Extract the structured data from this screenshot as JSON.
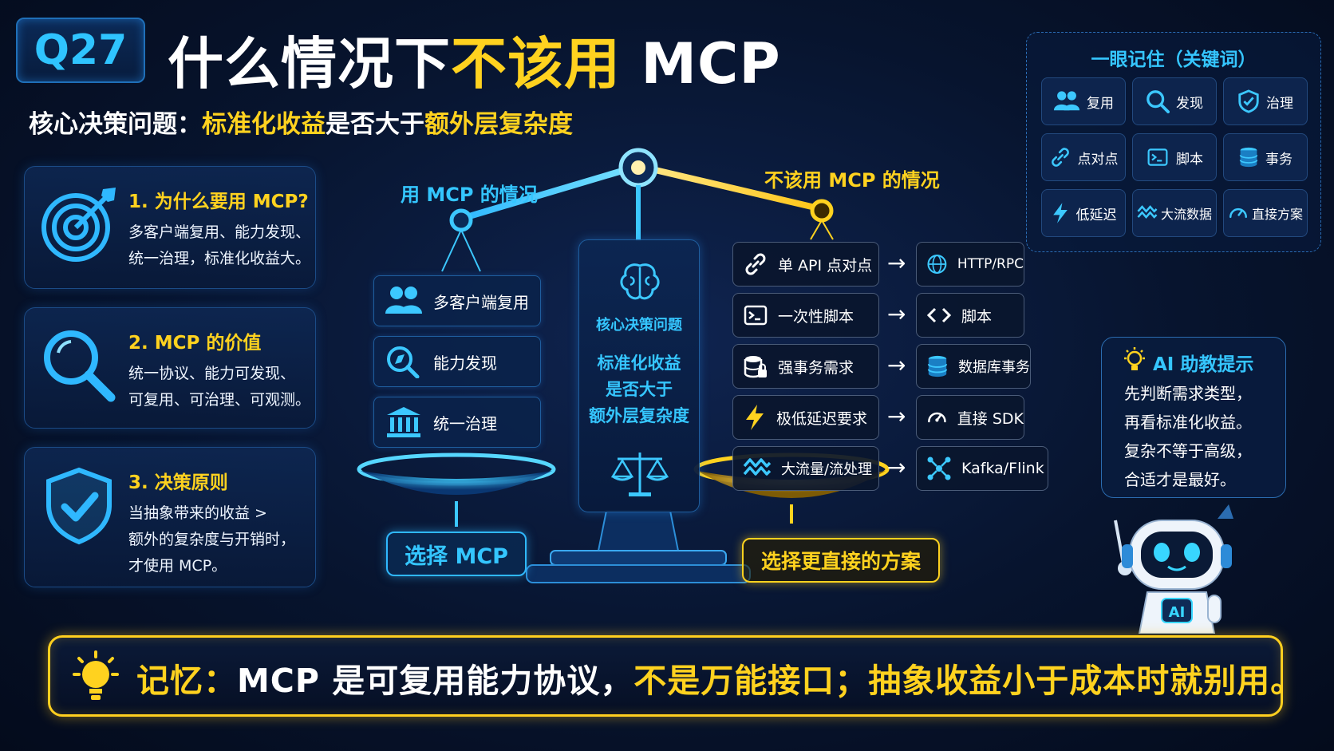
{
  "header": {
    "badge": "Q27",
    "title_a": "什么情况下",
    "title_b": "不该用",
    "title_c": " MCP",
    "subtitle_prefix": "核心决策问题：",
    "subtitle_hl1": "标准化收益",
    "subtitle_mid": "是否大于",
    "subtitle_hl2": "额外层复杂度"
  },
  "left_panels": [
    {
      "title": "1. 为什么要用 MCP?",
      "lines": [
        "多客户端复用、能力发现、",
        "统一治理，标准化收益大。"
      ],
      "icon": "target-icon"
    },
    {
      "title": "2. MCP 的价值",
      "lines": [
        "统一协议、能力可发现、",
        "可复用、可治理、可观测。"
      ],
      "icon": "magnifier-icon"
    },
    {
      "title": "3. 决策原则",
      "lines": [
        "当抽象带来的收益 >",
        "额外的复杂度与开销时，",
        "才使用 MCP。"
      ],
      "icon": "shield-check-icon"
    }
  ],
  "scale": {
    "left_label": "用 MCP 的情况",
    "right_label": "不该用 MCP 的情况",
    "left_items": [
      {
        "label": "多客户端复用",
        "icon": "users-icon"
      },
      {
        "label": "能力发现",
        "icon": "discover-icon"
      },
      {
        "label": "统一治理",
        "icon": "bank-icon"
      }
    ],
    "center_title": "核心决策问题",
    "center_lines": [
      "标准化收益",
      "是否大于",
      "额外层复杂度"
    ],
    "left_button": "选择 MCP",
    "right_button": "选择更直接的方案",
    "right_rows": [
      {
        "case": "单 API 点对点",
        "case_icon": "link-icon",
        "alt": "HTTP/RPC",
        "alt_icon": "globe-icon"
      },
      {
        "case": "一次性脚本",
        "case_icon": "terminal-icon",
        "alt": "脚本",
        "alt_icon": "code-icon"
      },
      {
        "case": "强事务需求",
        "case_icon": "database-lock-icon",
        "alt": "数据库事务",
        "alt_icon": "database-icon"
      },
      {
        "case": "极低延迟要求",
        "case_icon": "bolt-icon",
        "alt": "直接 SDK",
        "alt_icon": "gauge-icon"
      },
      {
        "case": "大流量/流处理",
        "case_icon": "waves-icon",
        "alt": "Kafka/Flink",
        "alt_icon": "nodes-icon"
      }
    ],
    "arrow": "→"
  },
  "keywords": {
    "title": "一眼记住（关键词）",
    "items": [
      {
        "label": "复用",
        "icon": "users-icon"
      },
      {
        "label": "发现",
        "icon": "search-icon"
      },
      {
        "label": "治理",
        "icon": "shield-icon"
      },
      {
        "label": "点对点",
        "icon": "link-icon"
      },
      {
        "label": "脚本",
        "icon": "terminal-icon"
      },
      {
        "label": "事务",
        "icon": "database-icon"
      },
      {
        "label": "低延迟",
        "icon": "bolt-icon"
      },
      {
        "label": "大流数据",
        "icon": "waves-icon"
      },
      {
        "label": "直接方案",
        "icon": "gauge-icon"
      }
    ]
  },
  "ai_tip": {
    "title": "AI 助教提示",
    "lines": [
      "先判断需求类型，",
      "再看标准化收益。",
      "复杂不等于高级，",
      "合适才是最好。"
    ],
    "robot_badge": "AI"
  },
  "memory": {
    "prefix": "记忆：",
    "part1": "MCP 是可复用能力协议，",
    "part2": "不是万能接口；抽象收益小于成本时就别用。"
  },
  "colors": {
    "accent_cyan": "#34c6ff",
    "accent_gold": "#ffd21f",
    "bg": "#07142e"
  }
}
